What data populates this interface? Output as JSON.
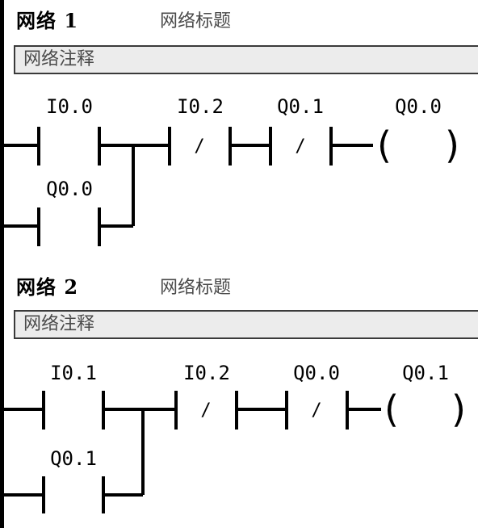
{
  "networks": [
    {
      "title": "网络 1",
      "subtitle": "网络标题",
      "comment": "网络注释",
      "contacts": [
        {
          "label": "I0.0",
          "type": "NO"
        },
        {
          "label": "Q0.0",
          "type": "NO",
          "branch": "parallel"
        },
        {
          "label": "I0.2",
          "type": "NC"
        },
        {
          "label": "Q0.1",
          "type": "NC"
        }
      ],
      "coil": {
        "label": "Q0.0"
      }
    },
    {
      "title": "网络 2",
      "subtitle": "网络标题",
      "comment": "网络注释",
      "contacts": [
        {
          "label": "I0.1",
          "type": "NO"
        },
        {
          "label": "Q0.1",
          "type": "NO",
          "branch": "parallel"
        },
        {
          "label": "I0.2",
          "type": "NC"
        },
        {
          "label": "Q0.0",
          "type": "NC"
        }
      ],
      "coil": {
        "label": "Q0.1"
      }
    }
  ],
  "symbols": {
    "nc_slash": "/",
    "coil_open": "(",
    "coil_close": ")"
  }
}
